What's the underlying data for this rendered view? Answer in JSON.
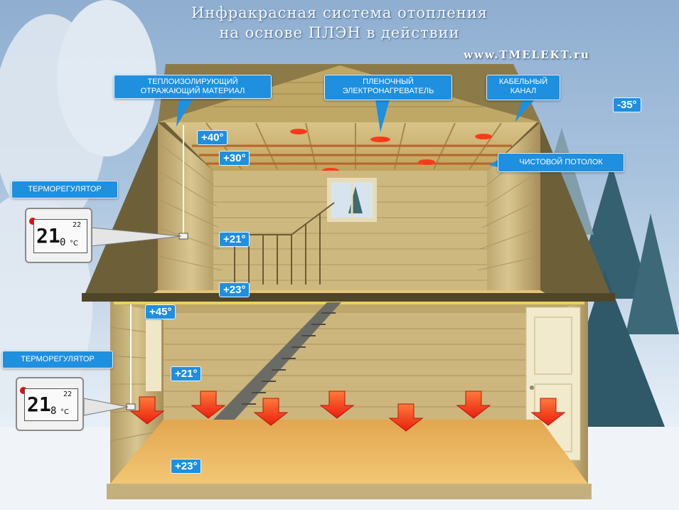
{
  "title": {
    "line1": "Инфракрасная система отопления",
    "line2": "на основе ПЛЭН в действии",
    "website": "www.TMELEKT.ru"
  },
  "callouts": {
    "insulation": "ТЕПЛОИЗОЛИРУЮЩИЙ ОТРАЖАЮЩИЙ МАТЕРИАЛ",
    "film_heater": "ПЛЕНОЧНЫЙ ЭЛЕКТРОНАГРЕВАТЕЛЬ",
    "cable_channel": "КАБЕЛЬНЫЙ КАНАЛ",
    "finish_ceiling": "ЧИСТОВОЙ ПОТОЛОК",
    "thermostat_upper": "ТЕРМОРЕГУЛЯТОР",
    "thermostat_lower": "ТЕРМОРЕГУЛЯТОР"
  },
  "temperatures": {
    "outside": "-35°",
    "attic_film": "+40°",
    "attic_ceiling": "+30°",
    "upper_room_air": "+21°",
    "upper_floor": "+23°",
    "lower_ceiling": "+45°",
    "lower_room_air": "+21°",
    "lower_floor": "+23°"
  },
  "thermostats": {
    "upper": {
      "main": "21",
      "decimal": "0",
      "unit": "°C",
      "setpoint": "22"
    },
    "lower": {
      "main": "21",
      "decimal": "8",
      "unit": "°C",
      "setpoint": "22"
    }
  },
  "colors": {
    "callout_blue": "#1f8fe0",
    "heat_arrow": "#ff3a1a",
    "wood": "#c9b27a",
    "floor": "#e8b45a"
  }
}
